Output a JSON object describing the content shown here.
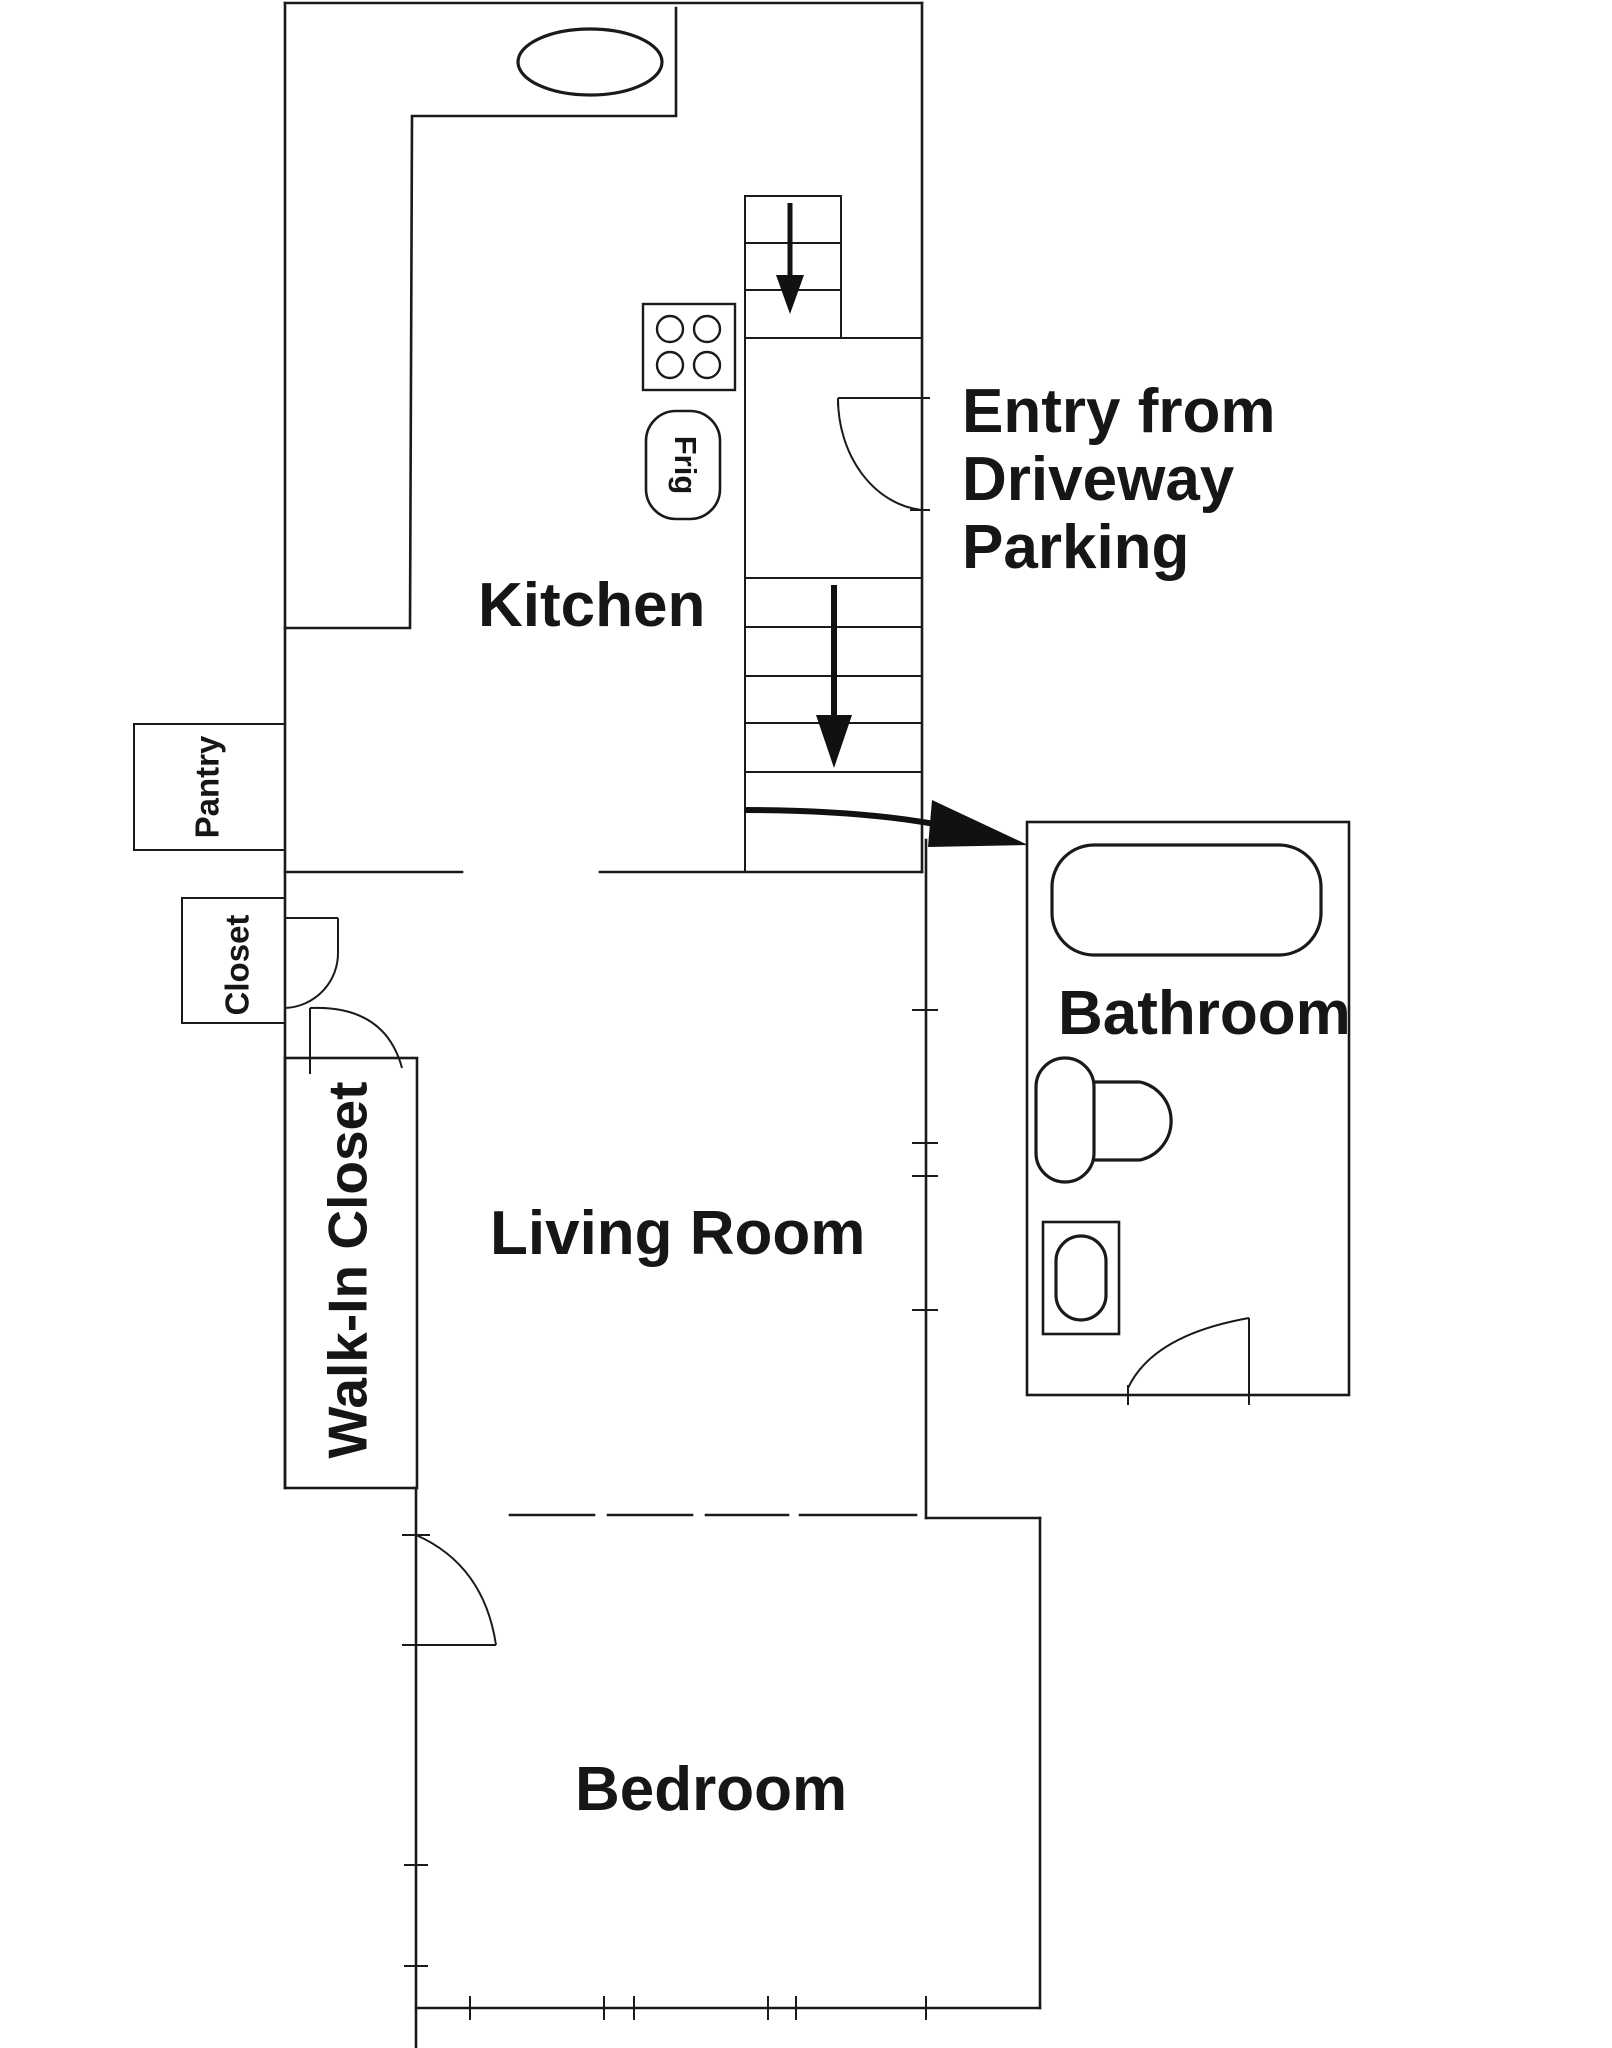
{
  "rooms": {
    "kitchen": "Kitchen",
    "living_room": "Living Room",
    "bedroom": "Bedroom",
    "bathroom": "Bathroom",
    "walk_in_closet": "Walk-In Closet",
    "pantry": "Pantry",
    "closet": "Closet"
  },
  "fixtures": {
    "fridge": "Frig"
  },
  "entry": {
    "line1": "Entry from",
    "line2": "Driveway",
    "line3": "Parking"
  }
}
